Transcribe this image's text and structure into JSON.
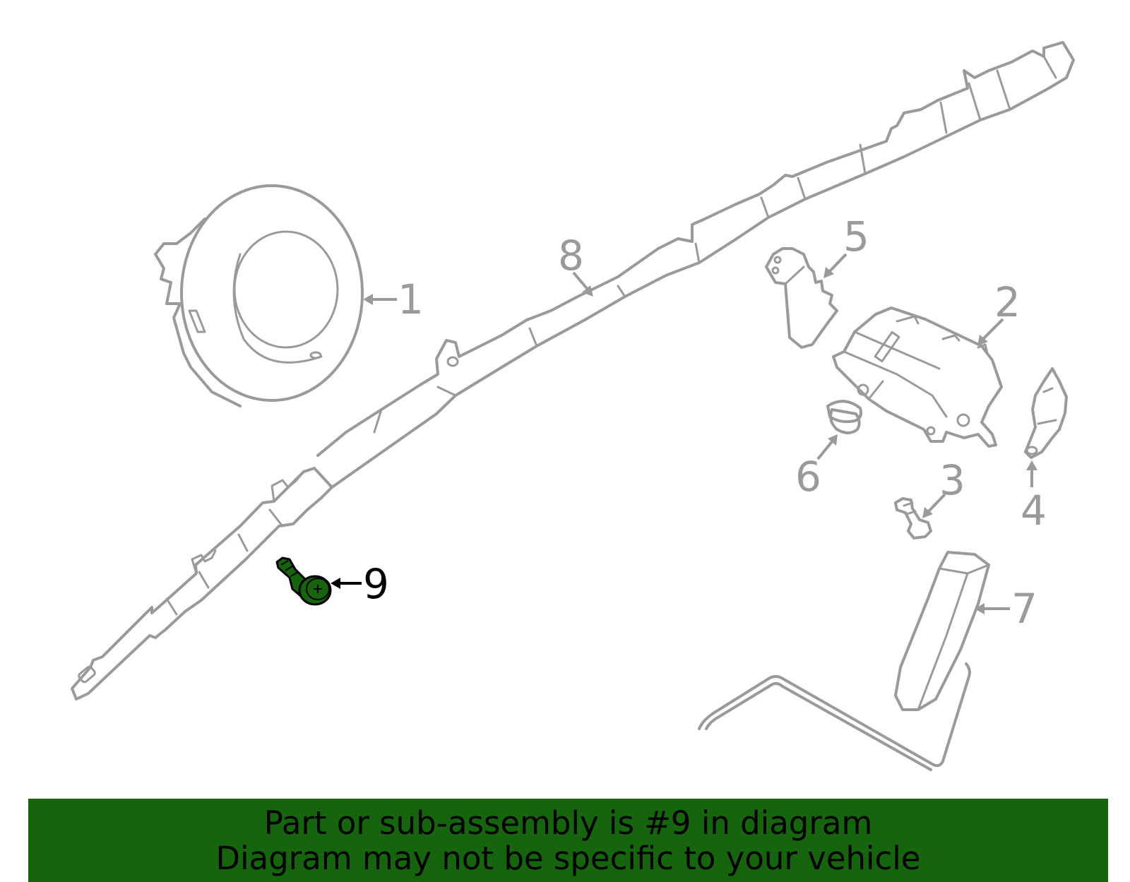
{
  "callouts": {
    "c1": "1",
    "c2": "2",
    "c3": "3",
    "c4": "4",
    "c5": "5",
    "c6": "6",
    "c7": "7",
    "c8": "8",
    "c9": "9"
  },
  "highlight": {
    "part_number": "9",
    "color": "#17640f"
  },
  "colors": {
    "part_stroke": "#9a9a9a",
    "banner_background": "#17640f",
    "highlight_stroke": "#000000"
  },
  "banner": {
    "line1": "Part or sub-assembly is #9 in diagram",
    "line2": "Diagram may not be specific to your vehicle"
  }
}
